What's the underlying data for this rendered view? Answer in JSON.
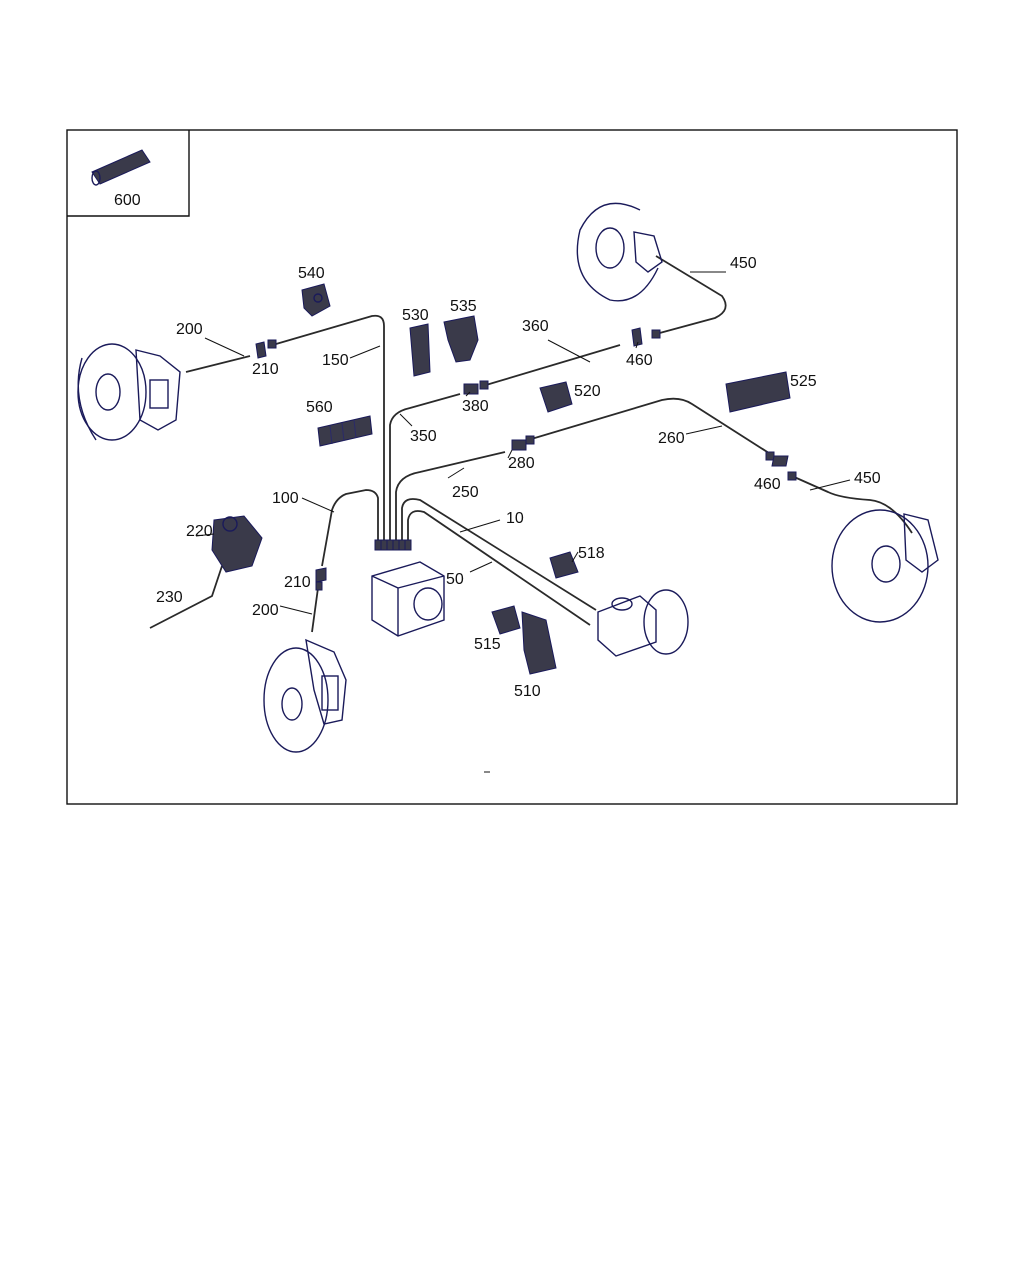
{
  "labels": {
    "l600": "600",
    "l540": "540",
    "l530": "530",
    "l535": "535",
    "l360": "360",
    "l450a": "450",
    "l200a": "200",
    "l210a": "210",
    "l150": "150",
    "l460a": "460",
    "l380": "380",
    "l520": "520",
    "l525": "525",
    "l560": "560",
    "l350": "350",
    "l260": "260",
    "l280": "280",
    "l460b": "460",
    "l450b": "450",
    "l250": "250",
    "l100": "100",
    "l10": "10",
    "l220": "220",
    "l518": "518",
    "l50": "50",
    "l210b": "210",
    "l230": "230",
    "l200b": "200",
    "l515": "515",
    "l510": "510"
  }
}
